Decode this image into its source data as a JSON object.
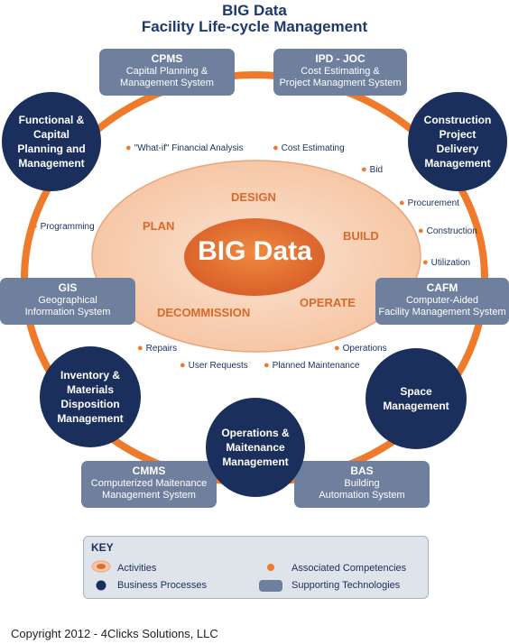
{
  "title": {
    "line1": "BIG Data",
    "line2": "Facility Life-cycle Management"
  },
  "center": "BIG Data",
  "phases": {
    "design": "DESIGN",
    "plan": "PLAN",
    "build": "BUILD",
    "decommission": "DECOMMISSION",
    "operate": "OPERATE"
  },
  "technologies": {
    "cpms": {
      "title": "CPMS",
      "line1": "Capital Planning &",
      "line2": "Management System"
    },
    "ipd": {
      "title": "IPD - JOC",
      "line1": "Cost Estimating &",
      "line2": "Project Managment System"
    },
    "gis": {
      "title": "GIS",
      "line1": "Geographical",
      "line2": "Information System"
    },
    "cafm": {
      "title": "CAFM",
      "line1": "Computer-Aided",
      "line2": "Facility Management System"
    },
    "cmms": {
      "title": "CMMS",
      "line1": "Computerized Maitenance",
      "line2": "Management System"
    },
    "bas": {
      "title": "BAS",
      "line1": "Building",
      "line2": "Automation System"
    }
  },
  "processes": {
    "functional": [
      "Functional &",
      "Capital",
      "Planning and",
      "Management"
    ],
    "construction": [
      "Construction",
      "Project",
      "Delivery",
      "Management"
    ],
    "inventory": [
      "Inventory &",
      "Materials",
      "Disposition",
      "Management"
    ],
    "space": [
      "Space",
      "Management"
    ],
    "operations": [
      "Operations &",
      "Maitenance",
      "Management"
    ]
  },
  "competencies": {
    "whatif": "\"What-if\" Financial Analysis",
    "cost": "Cost Estimating",
    "bid": "Bid",
    "programming": "Programming",
    "procurement": "Procurement",
    "construction": "Construction",
    "utilization": "Utilization",
    "repairs": "Repairs",
    "operations": "Operations",
    "user_requests": "User Requests",
    "planned": "Planned Maintenance"
  },
  "key": {
    "title": "KEY",
    "activities": "Activities",
    "competencies": "Associated Competencies",
    "processes": "Business Processes",
    "technologies": "Supporting Technologies"
  },
  "colors": {
    "orange": "#ef7a2a",
    "navy": "#1a2f5c",
    "slate": "#6f7f9e",
    "title": "#1e3a6b"
  },
  "copyright": "Copyright 2012 - 4Clicks Solutions, LLC"
}
